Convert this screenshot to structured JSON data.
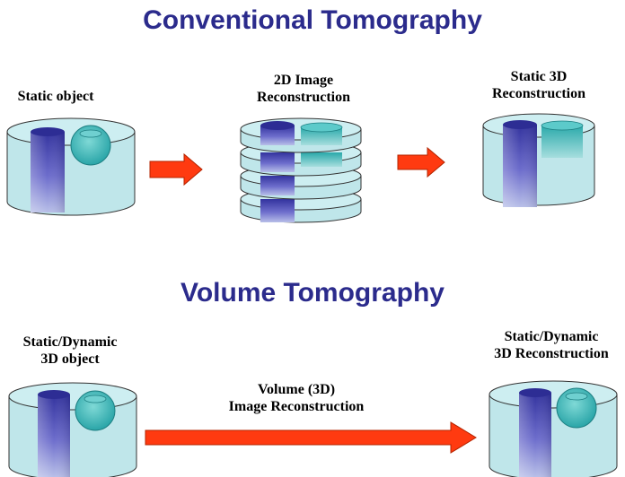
{
  "titles": {
    "conventional": "Conventional Tomography",
    "volume": "Volume Tomography"
  },
  "labels": {
    "static_object": "Static object",
    "image_2d_line1": "2D Image",
    "image_2d_line2": "Reconstruction",
    "static_3d_line1": "Static 3D",
    "static_3d_line2": "Reconstruction",
    "dynamic_object_line1": "Static/Dynamic",
    "dynamic_object_line2": "3D object",
    "volume_recon_line1": "Volume (3D)",
    "volume_recon_line2": "Image Reconstruction",
    "dynamic_recon_line1": "Static/Dynamic",
    "dynamic_recon_line2": "3D Reconstruction"
  },
  "colors": {
    "title": "#2b2b8c",
    "container_fill": "#bfe6ea",
    "container_stroke": "#333333",
    "arrow": "#ff3a10",
    "column_dark": "#3a3aa8",
    "sphere": "#3fbfbf"
  }
}
